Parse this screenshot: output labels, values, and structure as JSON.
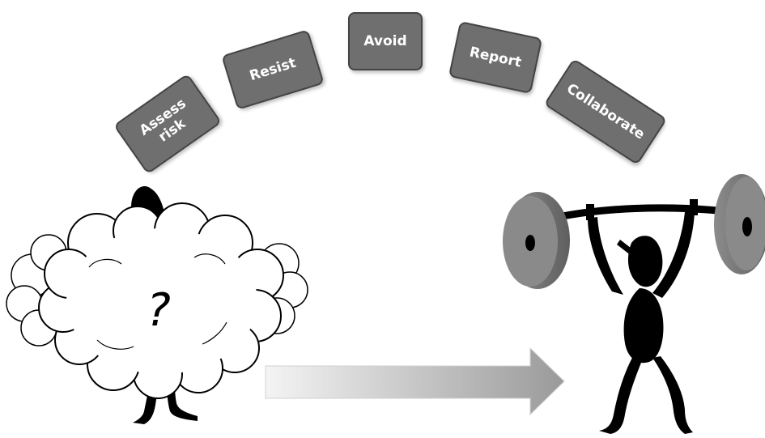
{
  "steps": [
    {
      "id": "assess",
      "label": "Assess\nrisk"
    },
    {
      "id": "resist",
      "label": "Resist"
    },
    {
      "id": "avoid",
      "label": "Avoid"
    },
    {
      "id": "report",
      "label": "Report"
    },
    {
      "id": "collaborate",
      "label": "Collaborate"
    }
  ],
  "cloud": {
    "symbol": "?"
  },
  "colors": {
    "box_fill": "#6f6f6f",
    "box_border": "#444444",
    "box_text": "#ffffff",
    "figure": "#000000",
    "weight": "#7a7a7a",
    "arrow_light": "#f4f4f4",
    "arrow_dark": "#9a9a9a"
  },
  "icons": {
    "confused_figure": "stick-figure-in-cloud-icon",
    "strong_figure": "weightlifter-icon",
    "progress_arrow": "right-arrow-icon"
  }
}
